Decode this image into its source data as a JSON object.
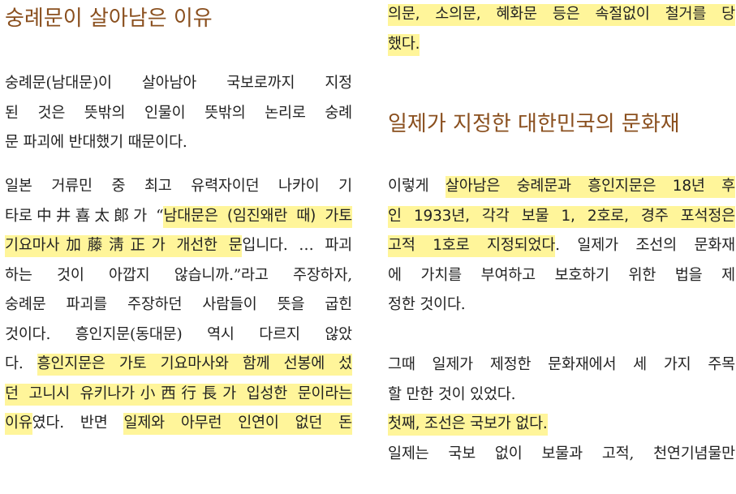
{
  "left": {
    "heading": "숭례문이 살아남은 이유",
    "para1": {
      "lines": [
        "숭례문(남대문)이 살아남아 국보로까지 지정",
        "된 것은 뜻밖의 인물이 뜻밖의 논리로 숭례",
        "문 파괴에 반대했기 때문이다."
      ]
    },
    "para2": {
      "l1": "일본 거류민 중 최고 유력자이던 나카이 기",
      "l2a": "타로中井喜太郞가 “",
      "l2b": "남대문은 (임진왜란 때) 가토",
      "l3a": "기요마사加藤淸正가 개선한 문",
      "l3b": "입니다. … 파괴",
      "l4": "하는 것이 아깝지 않습니까.”라고 주장하자,",
      "l5": "숭례문 파괴를 주장하던 사람들이 뜻을 굽힌",
      "l6": "것이다. 흥인지문(동대문) 역시 다르지 않았",
      "l7a": "다. ",
      "l7b": "흥인지문은 가토 기요마사와 함께 선봉에 섰",
      "l8": "던 고니시 유키나가小西行長가 입성한 문이라는",
      "l9a": "이유",
      "l9b": "였다. 반면 ",
      "l9c": "일제와 아무런 인연이 없던 돈"
    }
  },
  "right": {
    "top": {
      "l1": "의문, 소의문, 혜화문 등은 속절없이 철거를 당",
      "l2": "했다."
    },
    "heading": "일제가 지정한 대한민국의 문화재",
    "para1": {
      "l1a": "이렇게 ",
      "l1b": "살아남은 숭례문과 흥인지문은 18년 후",
      "l2": "인 1933년, 각각 보물 1, 2호로, 경주 포석정은",
      "l3a": "고적 1호로 지정되었다",
      "l3b": ". 일제가 조선의 문화재",
      "l4": "에 가치를 부여하고 보호하기 위한 법을 제",
      "l5": "정한 것이다."
    },
    "para2": {
      "lines": [
        "그때 일제가 제정한 문화재에서 세 가지 주목",
        "할 만한 것이 있었다."
      ]
    },
    "highlight_line": "첫째, 조선은 국보가 없다.",
    "last_line": "일제는 국보 없이 보물과 고적, 천연기념물만"
  },
  "colors": {
    "heading": "#8a4f1e",
    "highlight": "#fff59a",
    "text": "#222222"
  }
}
